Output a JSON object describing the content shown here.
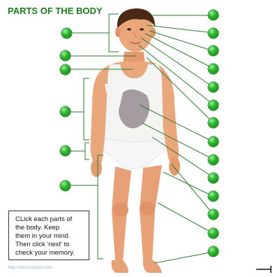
{
  "title": "PARTS OF THE BODY",
  "instructions": {
    "lines": [
      "CLick each parts of",
      "the body. Keep",
      "them in your mind.",
      "Then click 'next' to",
      "check your memory."
    ]
  },
  "credit": "http://mrnussbaum.com",
  "colors": {
    "title": "#1f7a1f",
    "line": "#2d7a2d",
    "dot": "#1e9b22",
    "skin": "#eaa77c",
    "shirt": "#f4f4f2",
    "hair": "#4a2a16"
  },
  "icons": {
    "next": "arrow-right-icon",
    "label_dot": "green-dot-icon"
  }
}
